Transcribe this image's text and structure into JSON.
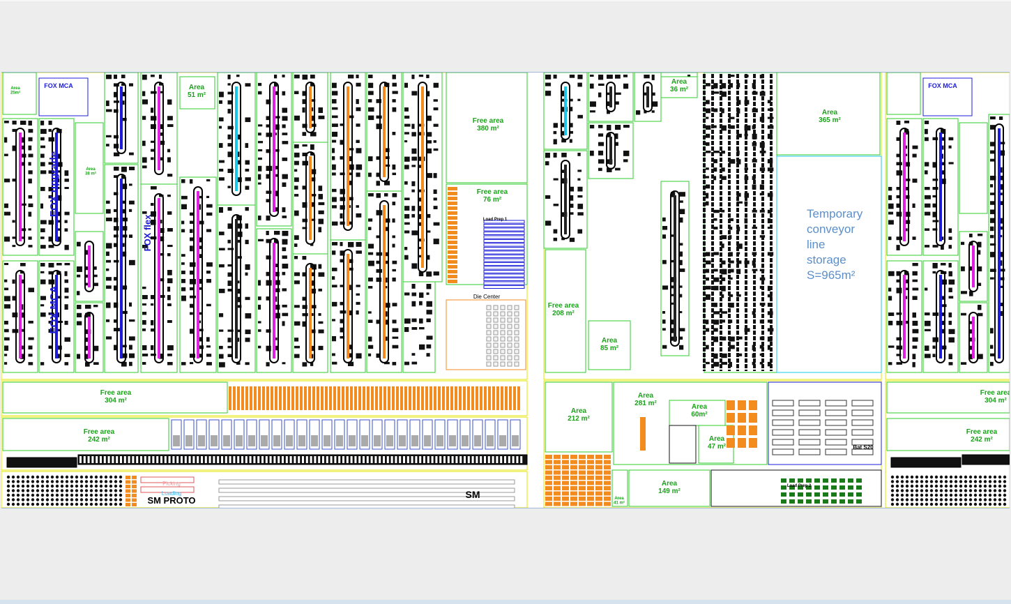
{
  "labels": {
    "area_25": "Area\n25m²",
    "fox_mca_left": "FOX MCA",
    "fox_mca_right": "FOX MCA",
    "area_51": "Area\n51 m²",
    "free_380": "Free area\n380 m²",
    "free_76": "Free area\n76 m²",
    "area_36": "Area\n36 m²",
    "area_365": "Area\n365 m²",
    "temp_storage": "Temporary\nconveyor\nline\nstorage\nS=965m²",
    "free_208": "Free area\n208 m²",
    "area_85": "Area\n85 m²",
    "die_center": "Die Center",
    "load_prep_1": "Load Prep 1",
    "load_prep_2": "Load Prep 2",
    "free_304": "Free area\n304 m²",
    "free_242": "Free area\n242 m²",
    "free_304_right": "Free area\n304 m²",
    "free_242_right": "Free area\n242 m²",
    "area_212": "Area\n212 m²",
    "area_281": "Area\n281 m²",
    "area_60": "Area\n60m²",
    "area_47": "Area\n47 m²",
    "area_149": "Area\n149 m²",
    "area_41": "Area\n41 m²",
    "sm_proto": "SM PROTO",
    "sm": "SM",
    "picking": "Picking",
    "loading": "Loading",
    "fox_upgrade": "FOX upgrade",
    "fox_flex": "FOX flex",
    "fox_mca_vertical": "FOX MCA",
    "ns_area_small": "Area\n38 m²",
    "bat_s20": "Bat S20"
  },
  "colors": {
    "wall_green": "#2ecc2e",
    "grid_yellow": "#e6e600",
    "accent_orange": "#f28c1e",
    "label_green": "#1aa31a",
    "label_blue": "#5b8fc9",
    "magenta": "#e020e0",
    "blue": "#1c1cd8",
    "cyan": "#18c8e8"
  }
}
